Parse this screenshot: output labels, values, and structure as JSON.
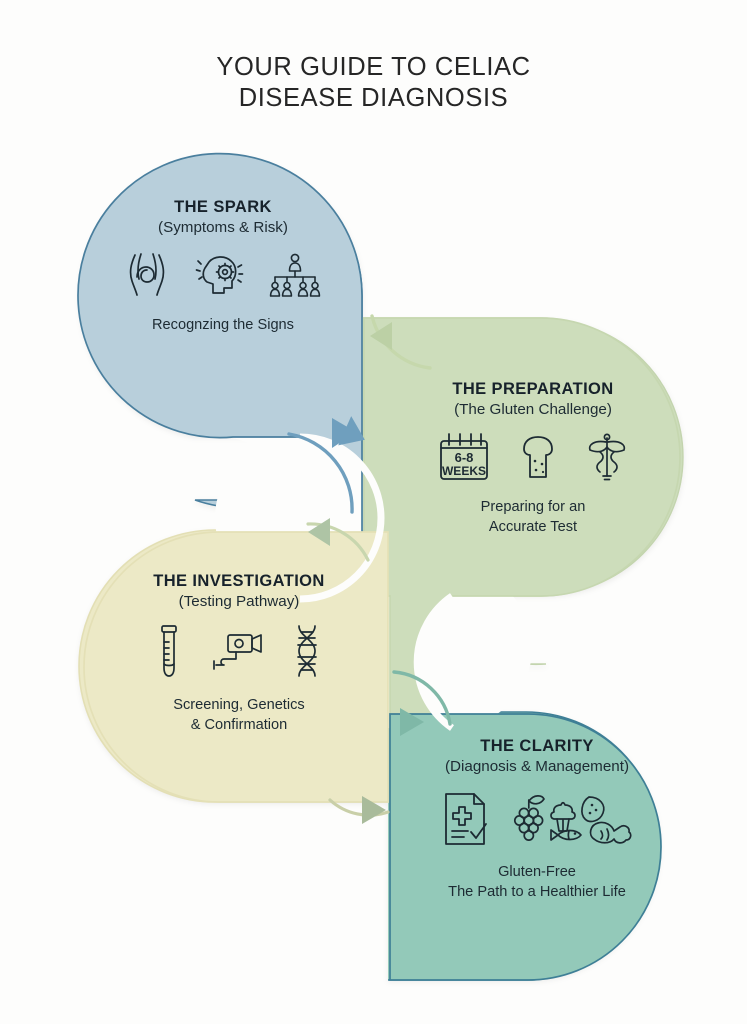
{
  "title": {
    "line1": "YOUR GUIDE TO CELIAC",
    "line2": "DISEASE DIAGNOSIS"
  },
  "colors": {
    "background": "#fdfdfc",
    "spark_fill": "#b8cfdb",
    "spark_stroke": "#4a7f9e",
    "preparation_fill": "#cdddbb",
    "preparation_stroke": "#c3d4ae",
    "investigation_fill": "#ece9c6",
    "investigation_stroke": "#e3dfb4",
    "clarity_fill": "#93c9b9",
    "clarity_stroke": "#3e7f96",
    "icon_stroke": "#1d2b33",
    "title_text": "#262626",
    "body_text": "#1d2b33"
  },
  "steps": [
    {
      "id": "spark",
      "title": "THE SPARK",
      "subtitle": "(Symptoms & Risk)",
      "caption": "Recognzing the Signs",
      "icons": [
        "abdominal-pain-icon",
        "brain-fog-icon",
        "family-tree-icon"
      ]
    },
    {
      "id": "preparation",
      "title": "THE PREPARATION",
      "subtitle": "(The Gluten Challenge)",
      "caption_line1": "Preparing for an",
      "caption_line2": "Accurate Test",
      "calendar_line1": "6-8",
      "calendar_line2": "WEEKS",
      "icons": [
        "calendar-icon",
        "bread-slice-icon",
        "caduceus-icon"
      ]
    },
    {
      "id": "investigation",
      "title": "THE INVESTIGATION",
      "subtitle": "(Testing Pathway)",
      "caption_line1": "Screening, Genetics",
      "caption_line2": "& Confirmation",
      "icons": [
        "test-tube-icon",
        "endoscope-icon",
        "dna-helix-icon"
      ]
    },
    {
      "id": "clarity",
      "title": "THE CLARITY",
      "subtitle": "(Diagnosis & Management)",
      "caption_line1": "Gluten-Free",
      "caption_line2": "The Path to a Healthier Life",
      "icons": [
        "medical-report-check-icon",
        "healthy-food-icon"
      ]
    }
  ],
  "connectors": [
    {
      "id": "spark-to-preparation",
      "icon": "curved-arrow-icon",
      "color": "#6f9fbe"
    },
    {
      "id": "preparation-to-investigation",
      "icon": "curved-arrow-icon",
      "color": "#bcd0a5"
    },
    {
      "id": "investigation-to-clarity",
      "icon": "curved-arrow-icon",
      "color": "#7fb8a7"
    },
    {
      "id": "investigation-outbound",
      "icon": "curved-arrow-icon",
      "color": "#aec4a5"
    }
  ]
}
